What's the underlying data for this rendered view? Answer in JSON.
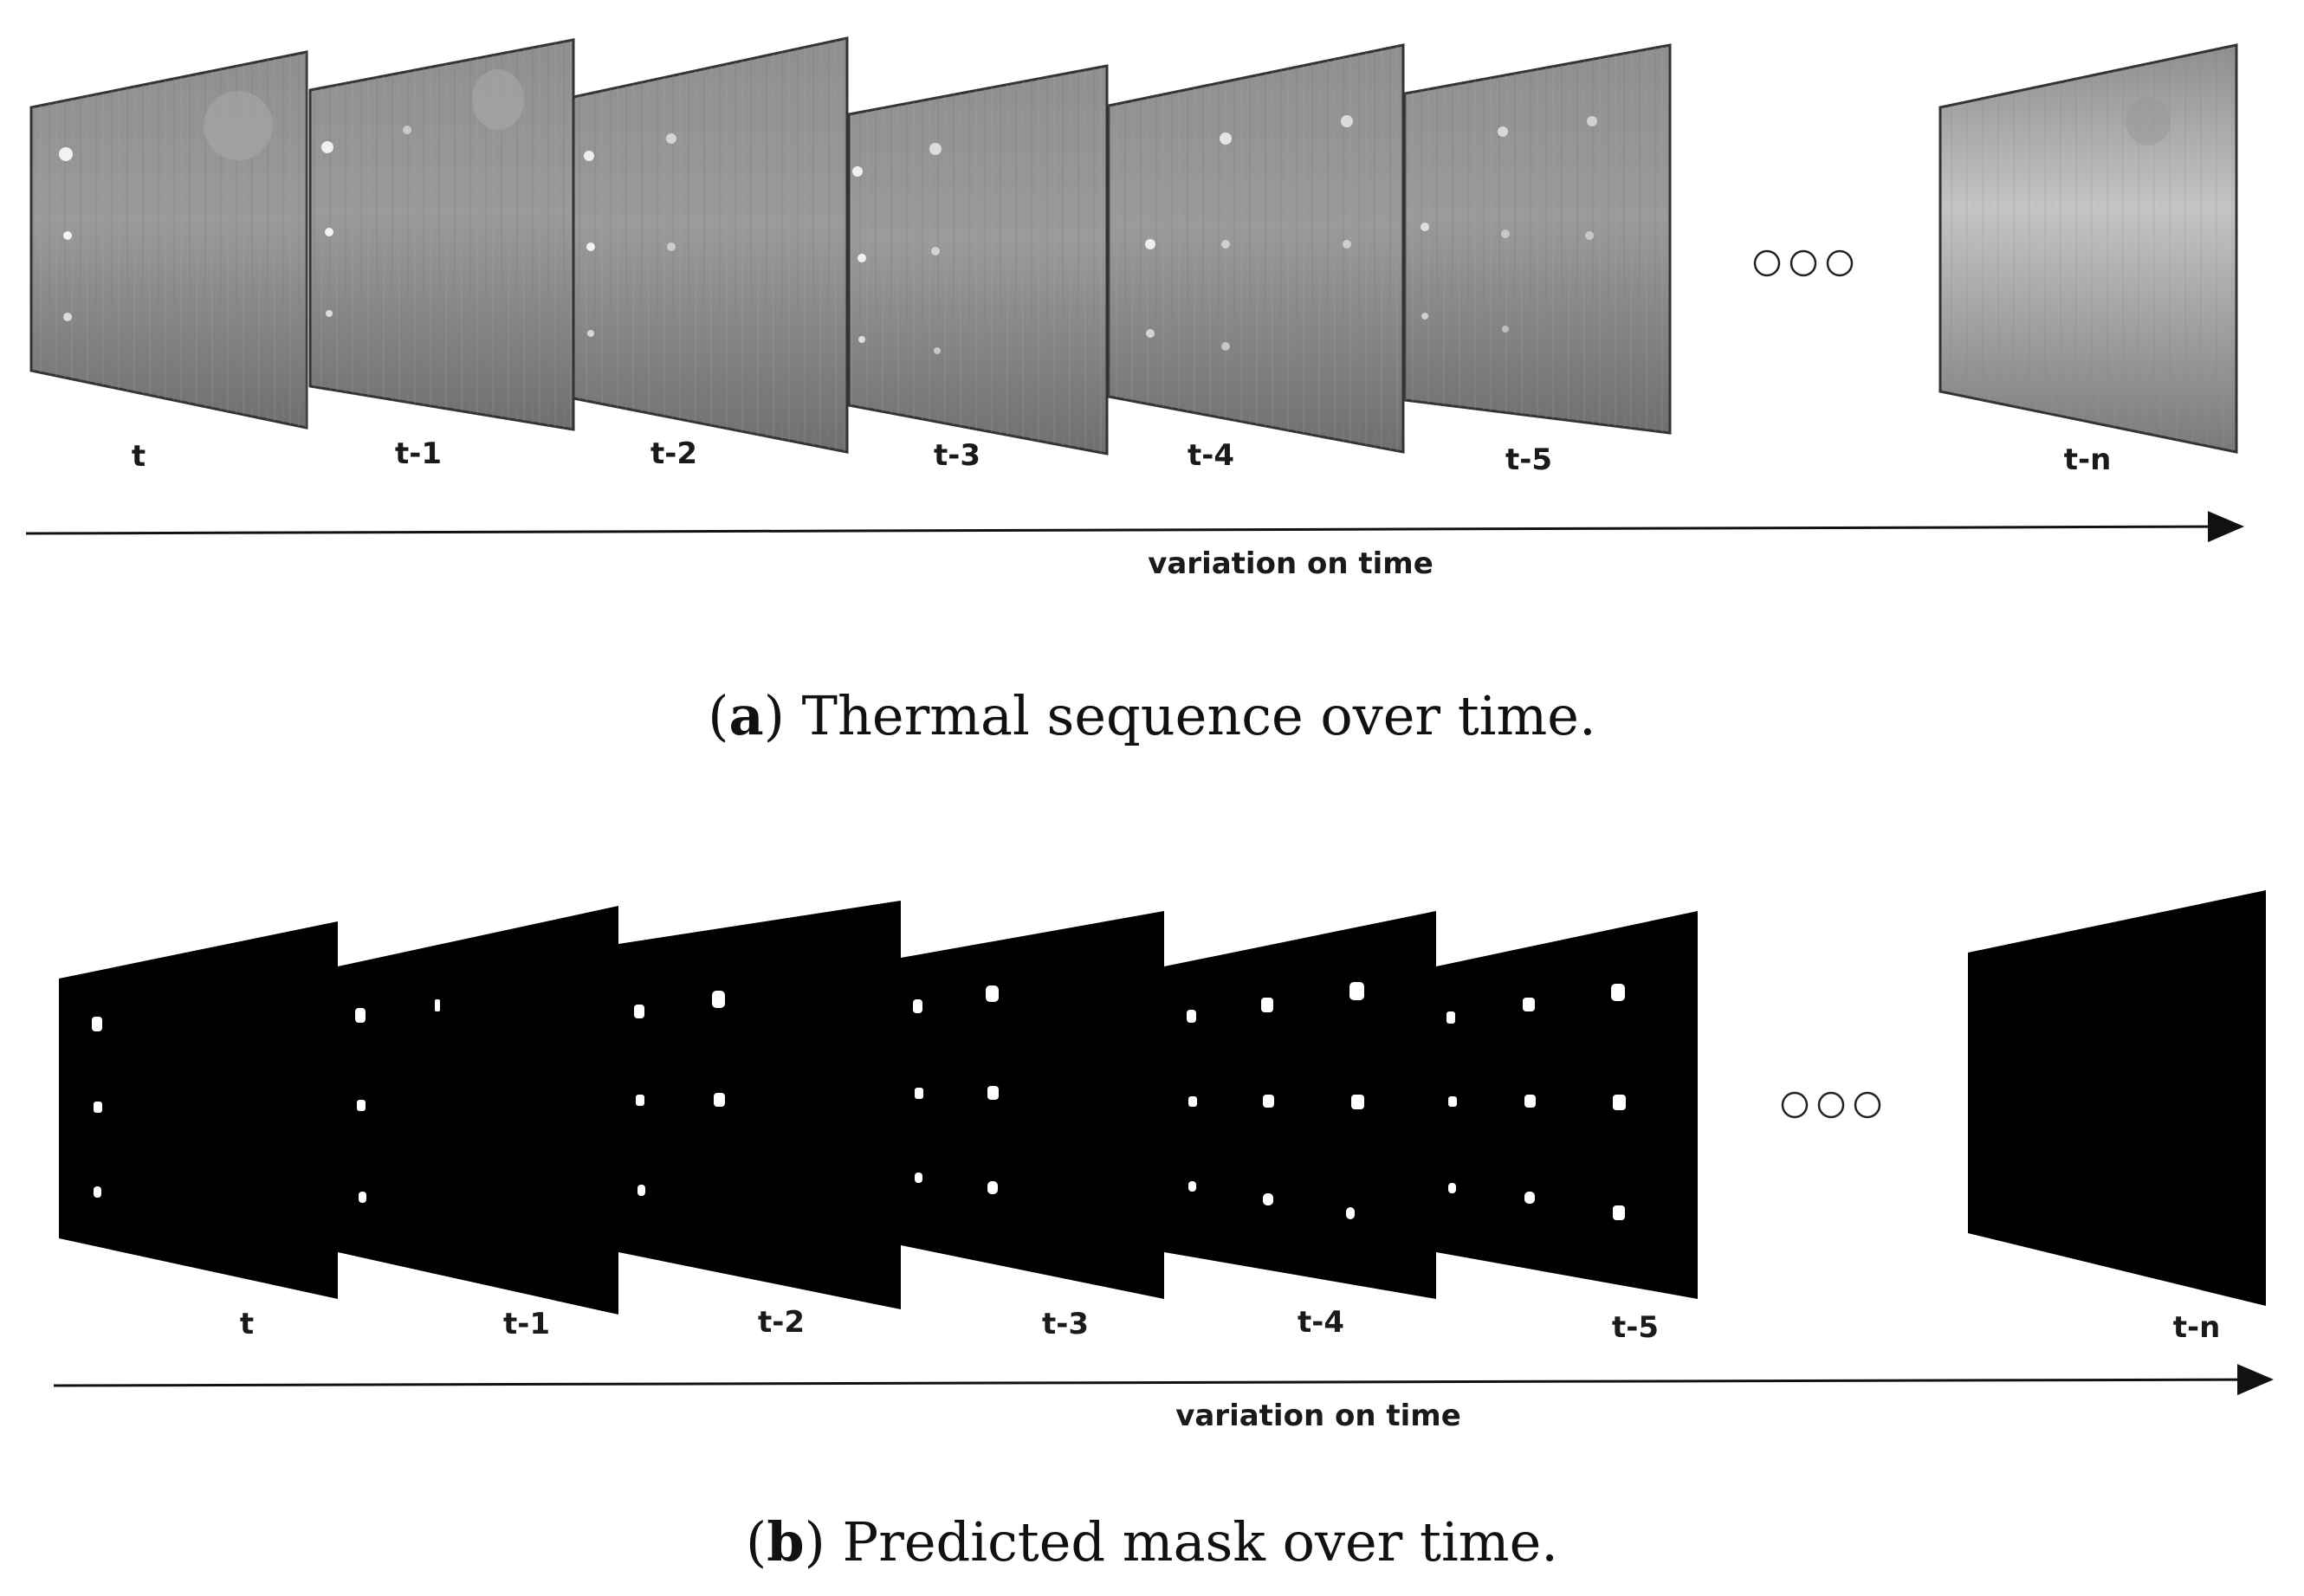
{
  "panel_a": {
    "frame_labels": [
      "t",
      "t-1",
      "t-2",
      "t-3",
      "t-4",
      "t-5",
      "t-n"
    ],
    "axis_label": "variation on time",
    "caption_letter": "a",
    "caption_text": "Thermal sequence over time.",
    "frame_style": "grayscale thermal image"
  },
  "panel_b": {
    "frame_labels": [
      "t",
      "t-1",
      "t-2",
      "t-3",
      "t-4",
      "t-5",
      "t-n"
    ],
    "axis_label": "variation on time",
    "caption_letter": "b",
    "caption_text": "Predicted mask over time.",
    "frame_style": "black mask with white defect spots"
  },
  "ellipsis": "three circles",
  "colors": {
    "mask": "#000000",
    "spot": "#ffffff",
    "thermal": "#8a8a8a",
    "text": "#111111"
  }
}
